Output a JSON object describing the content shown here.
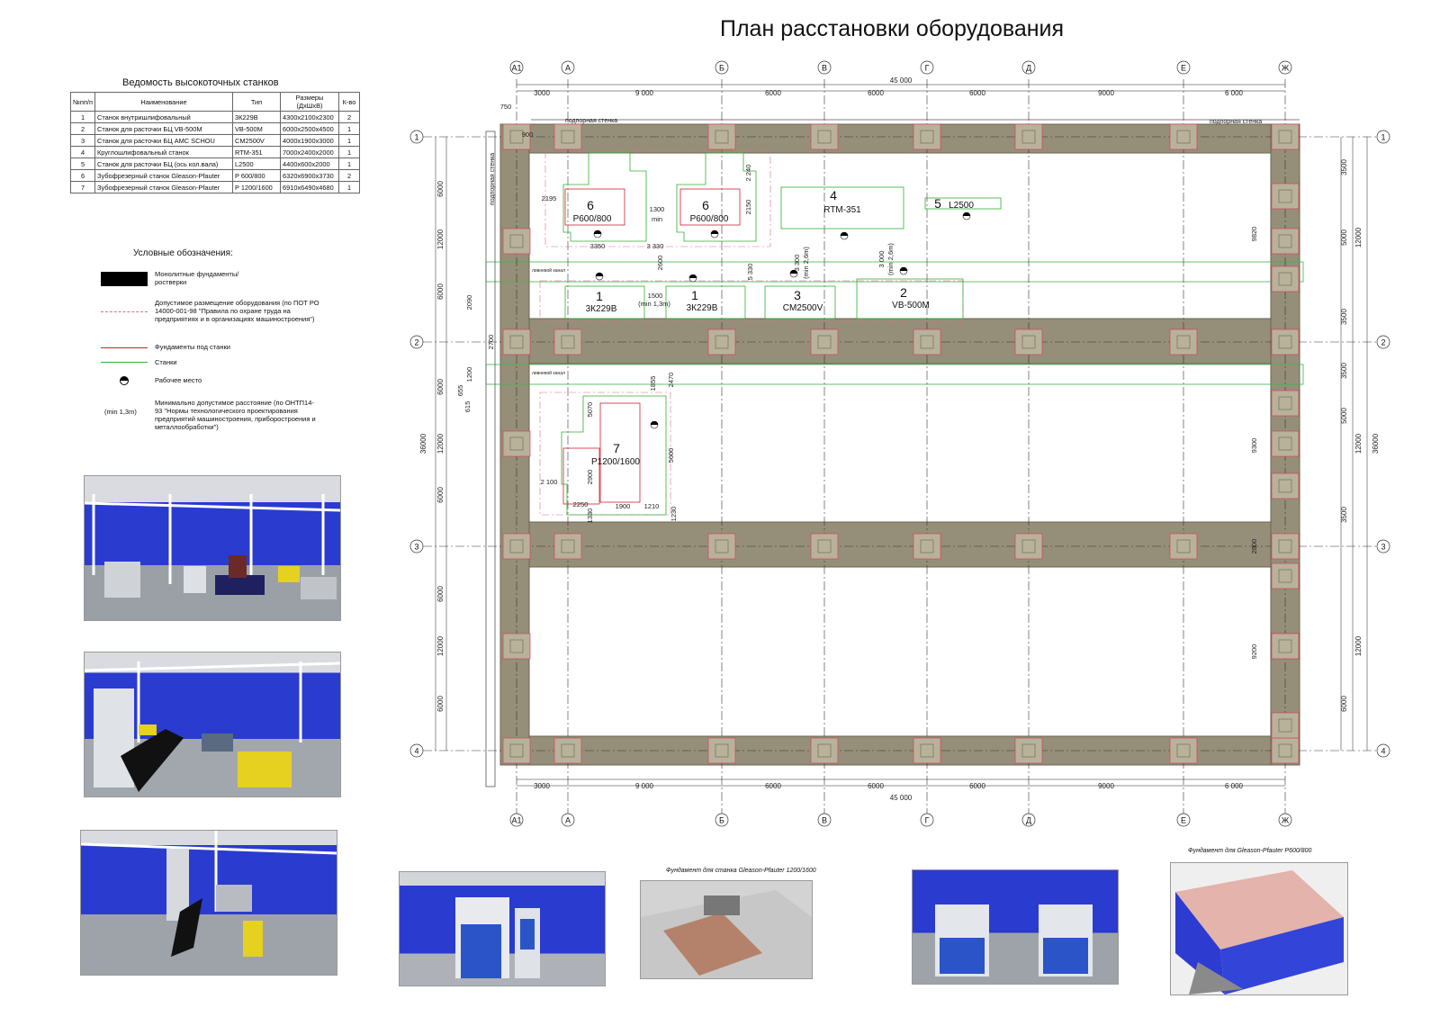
{
  "title": "План расстановки оборудования",
  "table": {
    "title": "Ведомость высокоточных станков",
    "headers": [
      "№пп/п",
      "Наименование",
      "Тип",
      "Размеры (ДхШхВ)",
      "К-во"
    ],
    "rows": [
      [
        "1",
        "Станок внутришлифовальный",
        "3К229В",
        "4300х2100х2300",
        "2"
      ],
      [
        "2",
        "Станок для расточки БЦ VB-500M",
        "VB-500M",
        "6000х2500х4500",
        "1"
      ],
      [
        "3",
        "Станок для расточки БЦ AMC SCHOU",
        "CM2500V",
        "4000х1900х3000",
        "1"
      ],
      [
        "4",
        "Круглошлифовальный станок",
        "RTM-351",
        "7000х2400х2000",
        "1"
      ],
      [
        "5",
        "Станок для расточки БЦ (ось кол.вала)",
        "L2500",
        "4400х600х2000",
        "1"
      ],
      [
        "6",
        "Зубофрезерный станок Gleason-Pfauter",
        "P 600/800",
        "6320х6900х3730",
        "2"
      ],
      [
        "7",
        "Зубофрезерный станок Gleason-Pfauter",
        "P 1200/1600",
        "6910х6490х4680",
        "1"
      ]
    ]
  },
  "legend": {
    "title": "Условные обозначения:",
    "items": [
      {
        "key": "foundation",
        "text": "Монолитные фундаменты/ростверки"
      },
      {
        "key": "allowed",
        "text": "Допустимое размещение оборудования (по ПОТ РО 14000-001-98 \"Правила по охране труда на предприятиях и в организациях машиностроения\")"
      },
      {
        "key": "machine-foundation",
        "text": "Фундаменты под станки"
      },
      {
        "key": "machines",
        "text": "Станки"
      },
      {
        "key": "workplace",
        "text": "Рабочее место"
      },
      {
        "key": "min-distance",
        "symbol": "(min 1,3m)",
        "text": "Минимально допустимое расстояние (по ОНТП14-93 \"Нормы технологического проектирования предприятий машиностроения, приборостроения и металлообработки\")"
      }
    ]
  },
  "captions": {
    "foundation_1200": "Фундамент для станка Gleason-Pfauter 1200/1600",
    "foundation_600": "Фундамент для Gleason-Pfauter P600/800"
  },
  "plan": {
    "axes_columns": [
      "А1",
      "А",
      "Б",
      "В",
      "Г",
      "Д",
      "Е",
      "Ж"
    ],
    "axes_rows": [
      "1",
      "2",
      "3",
      "4"
    ],
    "top_dims": [
      "3000",
      "9 000",
      "6000",
      "6000",
      "6000",
      "9000",
      "6 000"
    ],
    "total_width": "45 000",
    "total_height": "36000",
    "left_dims": [
      "6000",
      "12000",
      "6000",
      "6000",
      "12000",
      "6000",
      "6000",
      "12000",
      "6000"
    ],
    "right_dims": [
      "3500",
      "5000",
      "12000",
      "3500",
      "3500",
      "5000",
      "12000",
      "3500",
      "12000",
      "6000"
    ],
    "labels": {
      "support_wall": "подпорная стенка",
      "channel": "ливневой канал",
      "machines": [
        {
          "num": "6",
          "type": "P600/800"
        },
        {
          "num": "6",
          "type": "P600/800"
        },
        {
          "num": "4",
          "type": "RTM-351"
        },
        {
          "num": "5",
          "type": "L2500"
        },
        {
          "num": "1",
          "type": "3К229В"
        },
        {
          "num": "1",
          "type": "3К229В"
        },
        {
          "num": "3",
          "type": "CM2500V"
        },
        {
          "num": "2",
          "type": "VB-500M"
        },
        {
          "num": "7",
          "type": "P1200/1600"
        }
      ],
      "dims_misc": [
        "750",
        "900",
        "2195",
        "1300",
        "min",
        "2150",
        "2 240",
        "3350",
        "3 330",
        "5 330",
        "3 300",
        "(min 2,6m)",
        "3 000",
        "(min 2,6m)",
        "2600",
        "1500",
        "(min 1,3m)",
        "2700",
        "2090",
        "1200",
        "655",
        "615",
        "5070",
        "1855",
        "2470",
        "5600",
        "2900",
        "2 100",
        "2250",
        "1900",
        "1210",
        "1230",
        "1330",
        "9820",
        "9300",
        "9200",
        "2800"
      ]
    }
  }
}
